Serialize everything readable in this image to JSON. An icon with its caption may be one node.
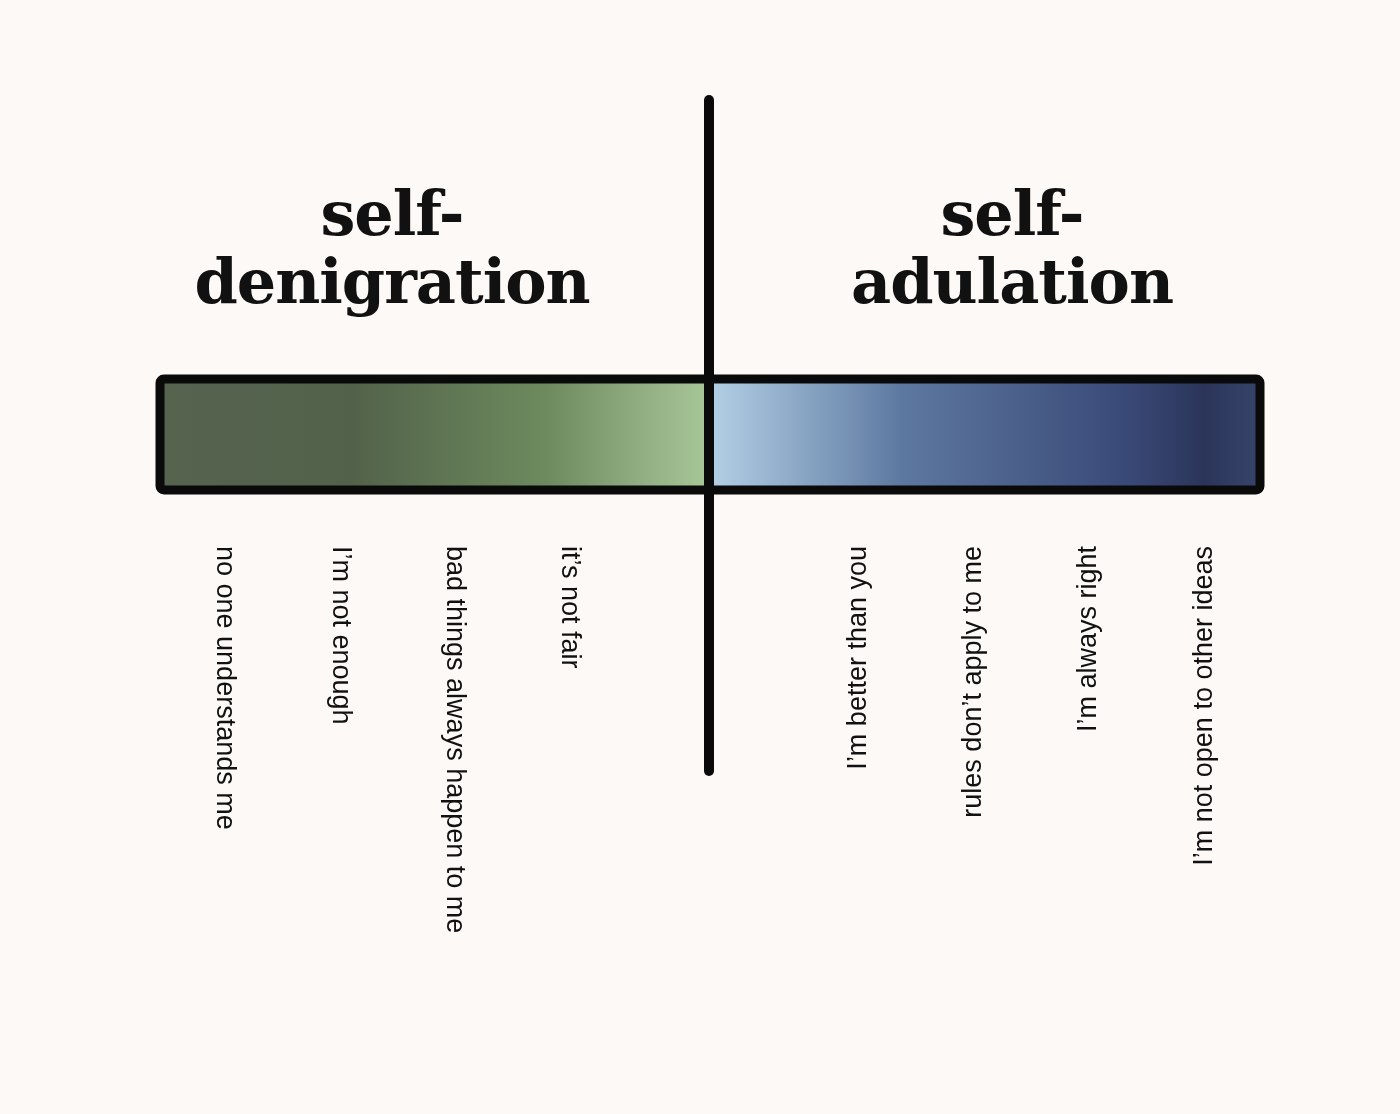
{
  "diagram": {
    "labels": [
      "self- denigration",
      "self- adulation",
      "no one understands me",
      "I’m not enough",
      "bad things always happen to me",
      "it’s not fair",
      "I’m better than you",
      "rules don’t apply to me",
      "I’m always right",
      "I’m not open to other ideas"
    ]
  }
}
